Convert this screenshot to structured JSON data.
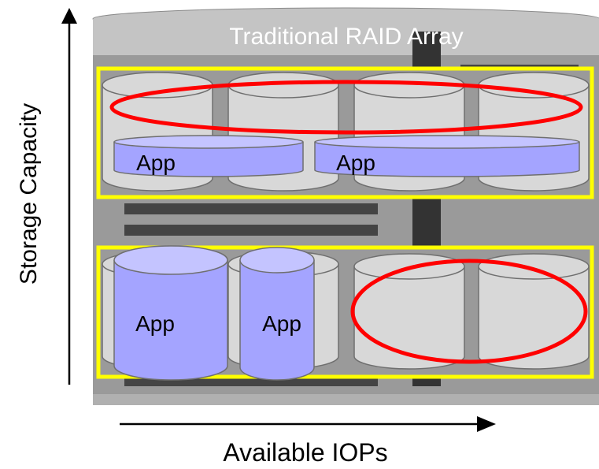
{
  "diagram": {
    "title": "Traditional RAID Array",
    "y_axis_label": "Storage Capacity",
    "x_axis_label": "Available IOPs",
    "app_label": "App",
    "colors": {
      "cabinet": "#9a9a9a",
      "cabinet_top": "#c4c4c4",
      "disk": "#d8d8d8",
      "disk_stroke": "#6f6f6f",
      "app_fill": "#a4a4ff",
      "shelf_border": "#ffff00",
      "highlight": "#ff0000",
      "slot": "#444444"
    }
  }
}
